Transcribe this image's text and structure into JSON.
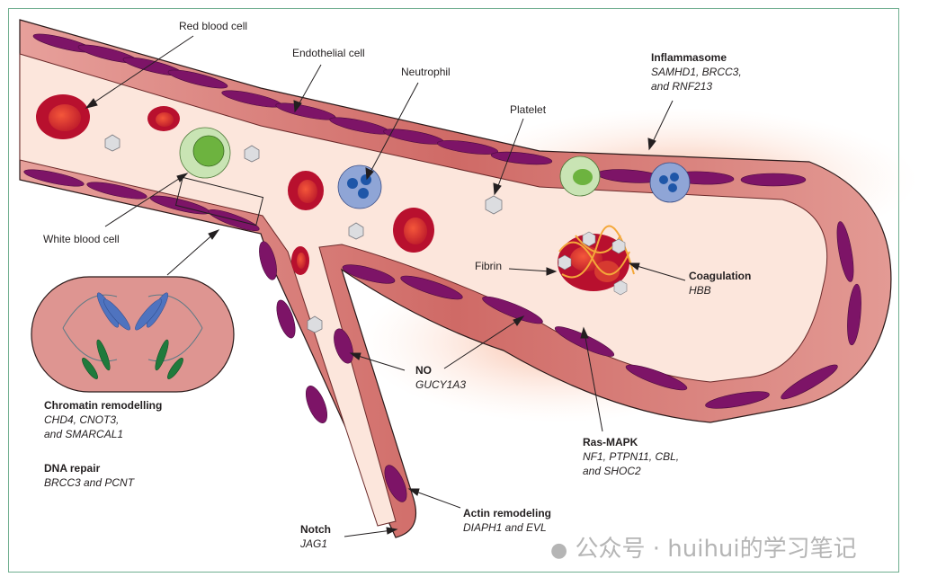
{
  "figure": {
    "type": "biological-illustration",
    "subject": "Blood vessel with cell types and molecular pathways"
  },
  "cell_labels": {
    "red_blood_cell": "Red blood cell",
    "endothelial_cell": "Endothelial cell",
    "neutrophil": "Neutrophil",
    "platelet": "Platelet",
    "white_blood_cell": "White blood cell",
    "fibrin": "Fibrin"
  },
  "pathways": {
    "inflammasome": {
      "title": "Inflammasome",
      "genes_line1": "SAMHD1, BRCC3,",
      "genes_line2": "and RNF213"
    },
    "coagulation": {
      "title": "Coagulation",
      "genes_line1": "HBB"
    },
    "no": {
      "title": "NO",
      "genes_line1": "GUCY1A3"
    },
    "ras_mapk": {
      "title": "Ras-MAPK",
      "genes_line1": "NF1, PTPN11, CBL,",
      "genes_line2": "and SHOC2"
    },
    "actin": {
      "title": "Actin remodeling",
      "genes_line1": "DIAPH1 and EVL"
    },
    "notch": {
      "title": "Notch",
      "genes_line1": "JAG1"
    },
    "chromatin": {
      "title": "Chromatin remodelling",
      "genes_line1": "CHD4, CNOT3,",
      "genes_line2": "and SMARCAL1"
    },
    "dna_repair": {
      "title": "DNA repair",
      "genes_line1": "BRCC3 and PCNT"
    }
  },
  "watermark": "公众号 · huihui的学习笔记",
  "colors": {
    "frame": "#6fae8f",
    "vessel_wall": "#d9807a",
    "lumen": "#fce6dc",
    "smooth_muscle": "#7d1467",
    "nucleus": "#16a7c8",
    "rbc": "#b8102e",
    "platelet": "#dcdde0",
    "neutrophil": "#8fa5d6",
    "wbc": "#c9e4b4",
    "fibrin": "#f4a83a"
  }
}
